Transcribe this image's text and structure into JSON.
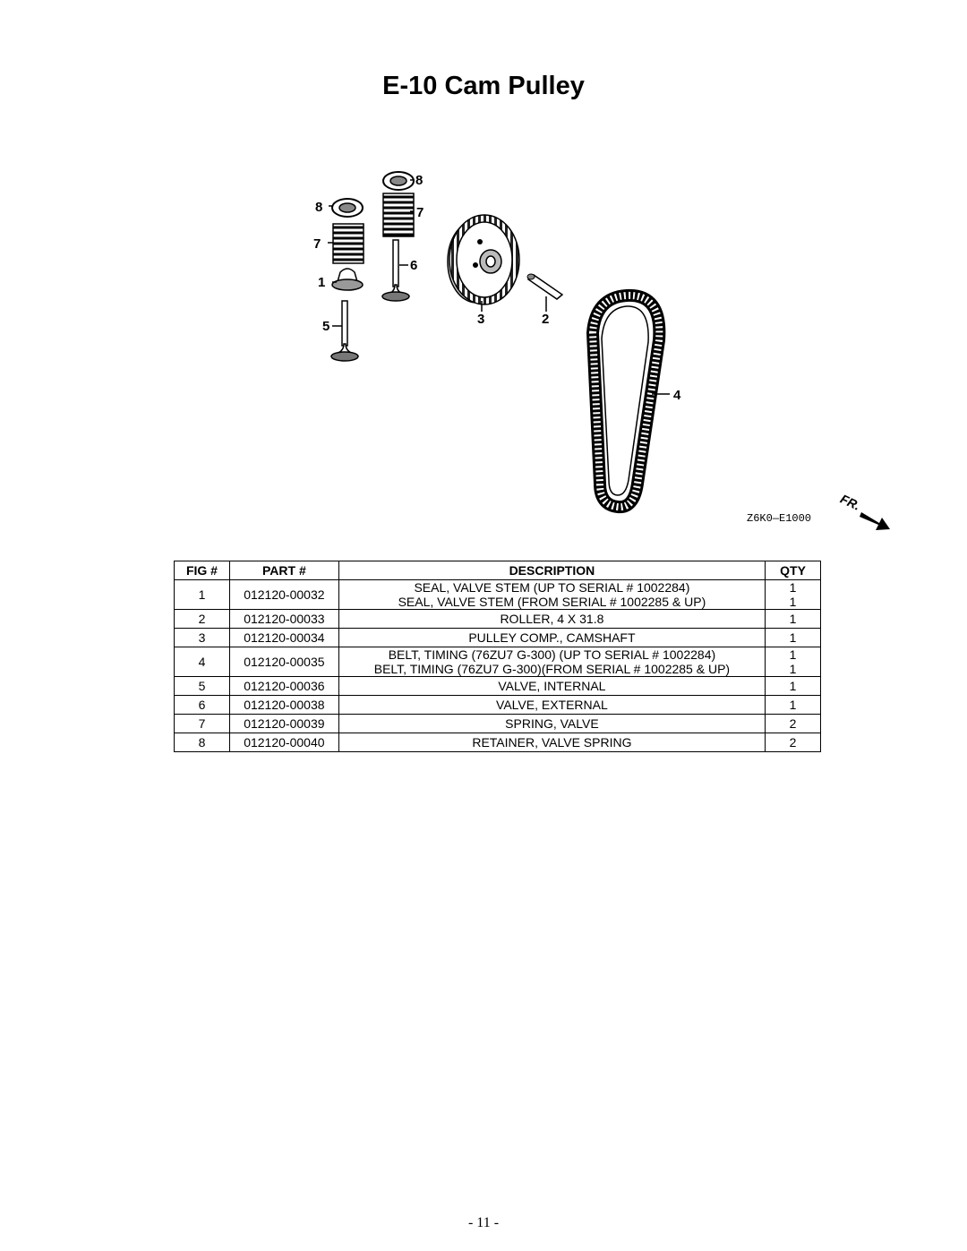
{
  "title": "E-10 Cam Pulley",
  "diagram": {
    "callouts": [
      "8",
      "7",
      "8",
      "7",
      "1",
      "6",
      "5",
      "3",
      "2",
      "4"
    ],
    "code": "Z6K0—E1000",
    "direction": "FR."
  },
  "table": {
    "headers": {
      "fig": "FIG #",
      "part": "PART #",
      "description": "DESCRIPTION",
      "qty": "QTY"
    },
    "rows": [
      {
        "fig": "1",
        "part": "012120-00032",
        "descriptions": [
          "SEAL, VALVE STEM (UP TO SERIAL # 1002284)",
          "SEAL, VALVE STEM (FROM SERIAL # 1002285 & UP)"
        ],
        "qtys": [
          "1",
          "1"
        ]
      },
      {
        "fig": "2",
        "part": "012120-00033",
        "descriptions": [
          "ROLLER, 4 X 31.8"
        ],
        "qtys": [
          "1"
        ]
      },
      {
        "fig": "3",
        "part": "012120-00034",
        "descriptions": [
          "PULLEY COMP., CAMSHAFT"
        ],
        "qtys": [
          "1"
        ]
      },
      {
        "fig": "4",
        "part": "012120-00035",
        "descriptions": [
          "BELT, TIMING (76ZU7 G-300) (UP TO SERIAL # 1002284)",
          "BELT, TIMING (76ZU7 G-300)(FROM SERIAL # 1002285 & UP)"
        ],
        "qtys": [
          "1",
          "1"
        ]
      },
      {
        "fig": "5",
        "part": "012120-00036",
        "descriptions": [
          "VALVE, INTERNAL"
        ],
        "qtys": [
          "1"
        ]
      },
      {
        "fig": "6",
        "part": "012120-00038",
        "descriptions": [
          "VALVE, EXTERNAL"
        ],
        "qtys": [
          "1"
        ]
      },
      {
        "fig": "7",
        "part": "012120-00039",
        "descriptions": [
          "SPRING, VALVE"
        ],
        "qtys": [
          "2"
        ]
      },
      {
        "fig": "8",
        "part": "012120-00040",
        "descriptions": [
          "RETAINER, VALVE SPRING"
        ],
        "qtys": [
          "2"
        ]
      }
    ]
  },
  "page_number": "- 11 -"
}
